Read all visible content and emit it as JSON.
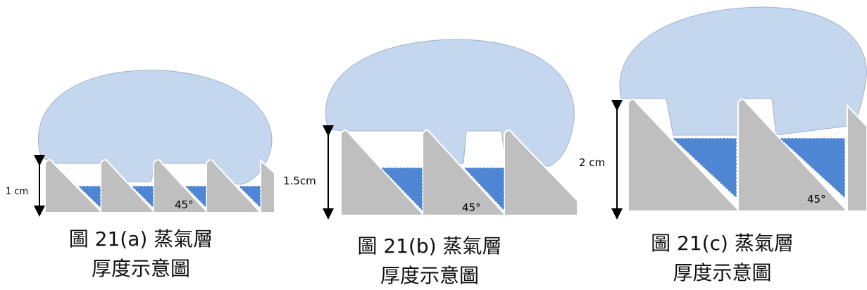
{
  "colors": {
    "vapor": "#c5d7ee",
    "fin": "#bfbfbf",
    "liquid": "#4f86d3",
    "arrow": "#000000"
  },
  "panels": [
    {
      "height_label": "1 cm",
      "angle_label": "45°",
      "caption_line1": "圖 21(a)  蒸氣層",
      "caption_line2": "厚度示意圖"
    },
    {
      "height_label": "1.5cm",
      "angle_label": "45°",
      "caption_line1": "圖 21(b)  蒸氣層",
      "caption_line2": "厚度示意圖"
    },
    {
      "height_label": "2 cm",
      "angle_label": "45°",
      "caption_line1": "圖 21(c)  蒸氣層",
      "caption_line2": "厚度示意圖"
    }
  ]
}
